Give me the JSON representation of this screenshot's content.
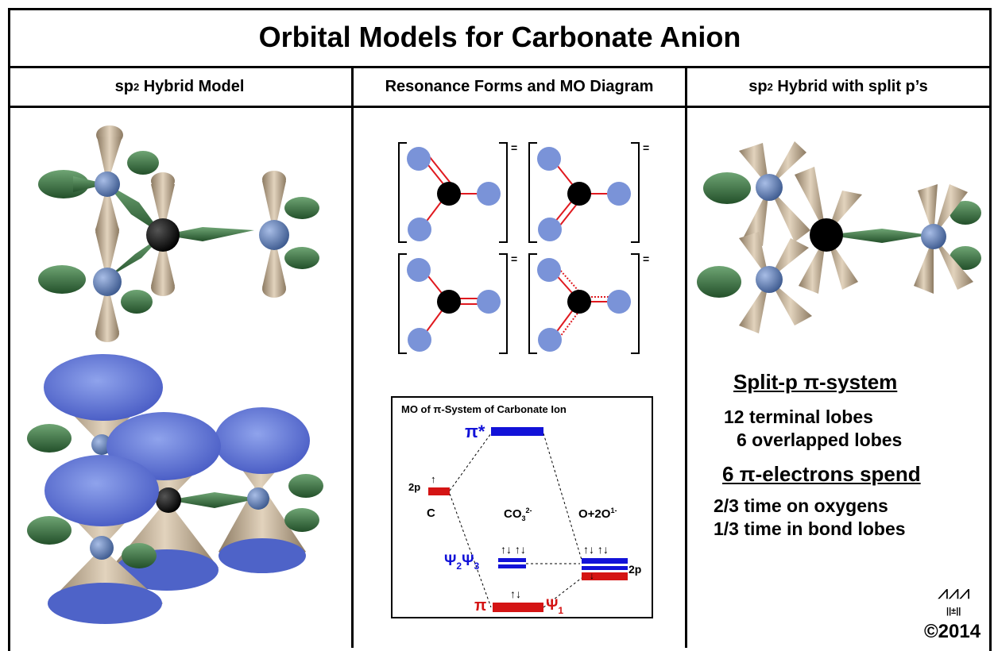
{
  "title": "Orbital Models for Carbonate Anion",
  "columns": {
    "left": {
      "prefix": "sp",
      "sup": "2",
      "suffix": " Hybrid Model"
    },
    "middle": {
      "label": "Resonance Forms and MO Diagram"
    },
    "right": {
      "prefix": "sp",
      "sup": "2",
      "suffix": " Hybrid with split p’s"
    }
  },
  "resonance": {
    "charge": "="
  },
  "mo_diagram": {
    "title": "MO of π-System of Carbonate Ion",
    "pi_star": "π*",
    "pi": "π",
    "psi1": "Ψ",
    "psi1_sub": "1",
    "psi23_a": "Ψ",
    "psi23_a_sub": "2",
    "psi23_b": "Ψ",
    "psi23_b_sub": "3",
    "c_2p": "2p",
    "c_label": "C",
    "co3_label": "CO",
    "co3_sub": "3",
    "co3_sup": "2-",
    "o_label": "O+2O",
    "o_sup": "1-",
    "o_2p": "2p",
    "arrow_single": "↑",
    "arrow_pair": "↑↓",
    "arrow_triple": "↑↓ ↑↓",
    "arrow_down": "↓"
  },
  "split_p": {
    "heading": "Split-p π-system",
    "line1": "12 terminal lobes",
    "line2": "6 overlapped lobes",
    "heading2": "6 π-electrons spend",
    "line3": "2/3 time on oxygens",
    "line4": "1/3 time in bond lobes"
  },
  "signature": {
    "mark": "⩘⩘⩘",
    "sub": "||±||"
  },
  "copyright": "©2014",
  "colors": {
    "atom_o": "#7a93d8",
    "atom_c": "#000000",
    "bond": "#e0191f",
    "lobe_green": "#3f7a44",
    "lobe_tan": "#c9b59a",
    "mo_blue": "#1212d8",
    "mo_red": "#d41414"
  }
}
